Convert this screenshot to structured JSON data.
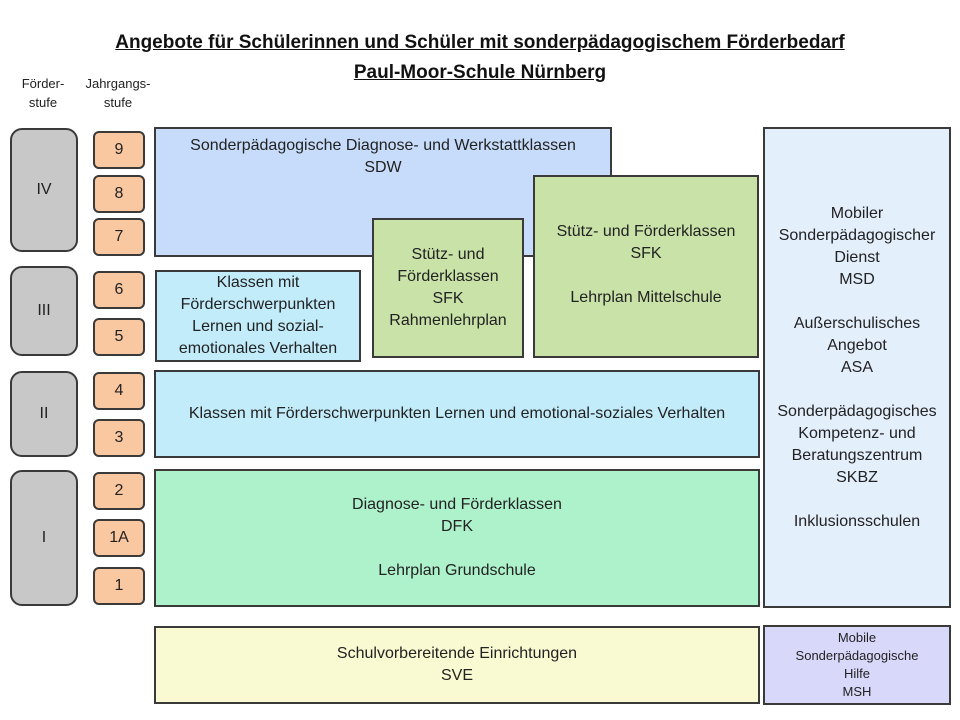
{
  "header": {
    "title_line1": "Angebote für Schülerinnen und Schüler mit sonderpädagogischem Förderbedarf",
    "title_line2": "Paul-Moor-Schule Nürnberg"
  },
  "columns": {
    "foerderstufe": [
      "Förder-",
      "stufe"
    ],
    "jahrgangsstufe": [
      "Jahrgangs-",
      "stufe"
    ]
  },
  "stages": [
    "IV",
    "III",
    "II",
    "I"
  ],
  "grades": [
    "9",
    "8",
    "7",
    "6",
    "5",
    "4",
    "3",
    "2",
    "1A",
    "1"
  ],
  "boxes": {
    "sdw": {
      "line1": "Sonderpädagogische Diagnose- und Werkstattklassen",
      "line2": "SDW"
    },
    "sfk_rahmen": {
      "lines": [
        "Stütz- und",
        "Förderklassen",
        "SFK",
        "Rahmenlehrplan"
      ]
    },
    "sfk_mittel": {
      "line1": "Stütz- und Förderklassen",
      "line2": "SFK",
      "line3": "Lehrplan Mittelschule"
    },
    "klassen_sozial": {
      "lines": [
        "Klassen mit",
        "Förderschwerpunkten",
        "Lernen und sozial-",
        "emotionales Verhalten"
      ]
    },
    "klassen_emotional": {
      "text": "Klassen mit Förderschwerpunkten Lernen und emotional-soziales Verhalten"
    },
    "dfk": {
      "line1": "Diagnose- und Förderklassen",
      "line2": "DFK",
      "line3": "Lehrplan Grundschule"
    },
    "sve": {
      "line1": "Schulvorbereitende Einrichtungen",
      "line2": "SVE"
    },
    "side": {
      "msd": [
        "Mobiler",
        "Sonderpädagogischer",
        "Dienst",
        "MSD"
      ],
      "asa": [
        "Außerschulisches",
        "Angebot",
        "ASA"
      ],
      "skbz": [
        "Sonderpädagogisches",
        "Kompetenz- und",
        "Beratungszentrum",
        "SKBZ"
      ],
      "inklusion": "Inklusionsschulen"
    },
    "msh": {
      "lines": [
        "Mobile",
        "Sonderpädagogische",
        "Hilfe",
        "MSH"
      ]
    }
  },
  "colors": {
    "stage_fill": "#c8c8c8",
    "grade_fill": "#fac8a0",
    "sdw_fill": "#c6dcfa",
    "sfk_fill": "#c8e2a8",
    "cyan_fill": "#c2ecfa",
    "dfk_fill": "#aef2cc",
    "sve_fill": "#fafad2",
    "side_fill": "#e4effc",
    "msh_fill": "#d8d8fa",
    "border": "#3a3a3a"
  }
}
